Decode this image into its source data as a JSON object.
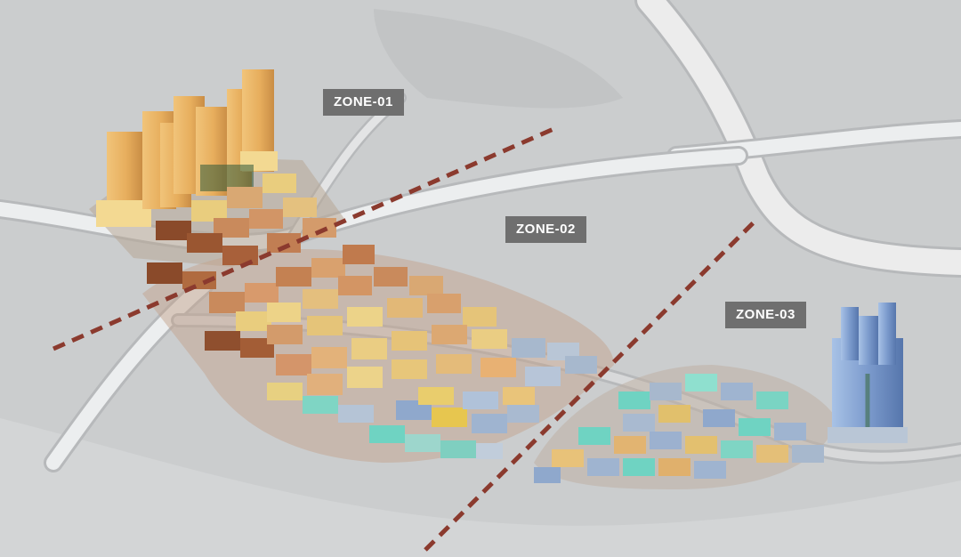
{
  "zones": [
    {
      "label": "ZONE-01"
    },
    {
      "label": "ZONE-02"
    },
    {
      "label": "ZONE-03"
    }
  ],
  "colors": {
    "ground": "#c9cbcc",
    "ground_light": "#d9dadb",
    "road": "#eceeef",
    "road_edge": "#b9bbbd",
    "divider_line": "#8b3a2e",
    "label_bg": "#6f6f6f",
    "label_text": "#ffffff",
    "towers": "#e9b566",
    "lowrise_warm": "#c98a5c",
    "lowrise_yellow": "#e5c677",
    "lowrise_blue": "#a7b8cd",
    "lowrise_teal": "#6fd3c2",
    "glass_tower": "#7f9fcf"
  }
}
